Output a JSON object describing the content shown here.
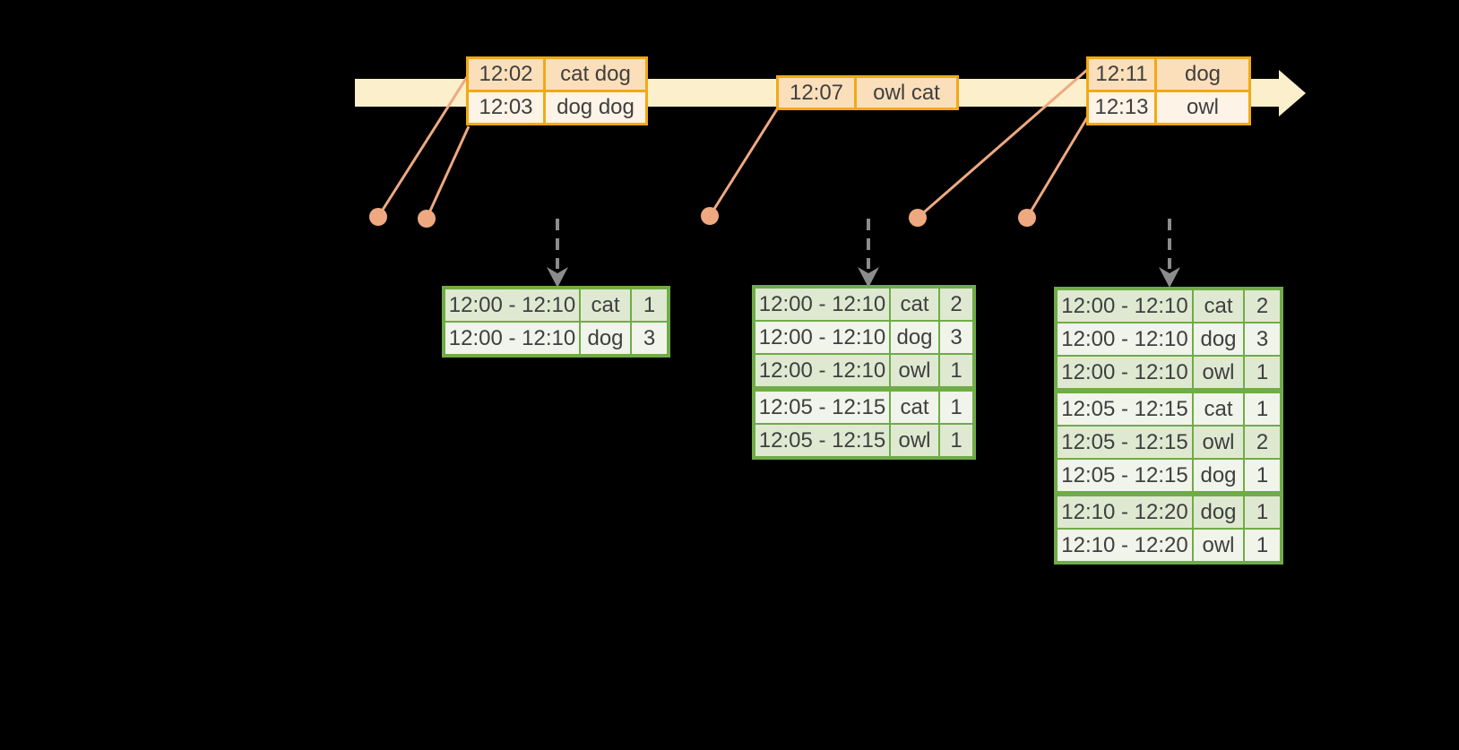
{
  "colors": {
    "background": "#000000",
    "timeline_fill": "#FBF0CB",
    "event_border": "#F2A915",
    "event_row_dark": "#FBDFBB",
    "event_row_light": "#FDF3E6",
    "connector": "#EFA981",
    "trigger_arrow": "#8C8C8C",
    "result_border": "#6FAC46",
    "result_row_dark": "#DFE9D2",
    "result_row_light": "#F0F4EA",
    "text": "#3F3F3F"
  },
  "event_tables": [
    {
      "name": "events-12-02",
      "rows": [
        [
          "12:02",
          "cat dog"
        ],
        [
          "12:03",
          "dog dog"
        ]
      ]
    },
    {
      "name": "events-12-07",
      "rows": [
        [
          "12:07",
          "owl cat"
        ]
      ]
    },
    {
      "name": "events-12-11",
      "rows": [
        [
          "12:11",
          "dog"
        ],
        [
          "12:13",
          "owl"
        ]
      ]
    }
  ],
  "result_tables": [
    {
      "name": "result-after-trigger-1",
      "rows": [
        [
          "12:00 - 12:10",
          "cat",
          "1"
        ],
        [
          "12:00 - 12:10",
          "dog",
          "3"
        ]
      ]
    },
    {
      "name": "result-after-trigger-2",
      "rows": [
        [
          "12:00 - 12:10",
          "cat",
          "2"
        ],
        [
          "12:00 - 12:10",
          "dog",
          "3"
        ],
        [
          "12:00 - 12:10",
          "owl",
          "1"
        ],
        [
          "12:05 - 12:15",
          "cat",
          "1"
        ],
        [
          "12:05 - 12:15",
          "owl",
          "1"
        ]
      ]
    },
    {
      "name": "result-after-trigger-3",
      "rows": [
        [
          "12:00 - 12:10",
          "cat",
          "2"
        ],
        [
          "12:00 - 12:10",
          "dog",
          "3"
        ],
        [
          "12:00 - 12:10",
          "owl",
          "1"
        ],
        [
          "12:05 - 12:15",
          "cat",
          "1"
        ],
        [
          "12:05 - 12:15",
          "owl",
          "2"
        ],
        [
          "12:05 - 12:15",
          "dog",
          "1"
        ],
        [
          "12:10 - 12:20",
          "dog",
          "1"
        ],
        [
          "12:10 - 12:20",
          "owl",
          "1"
        ]
      ]
    }
  ]
}
